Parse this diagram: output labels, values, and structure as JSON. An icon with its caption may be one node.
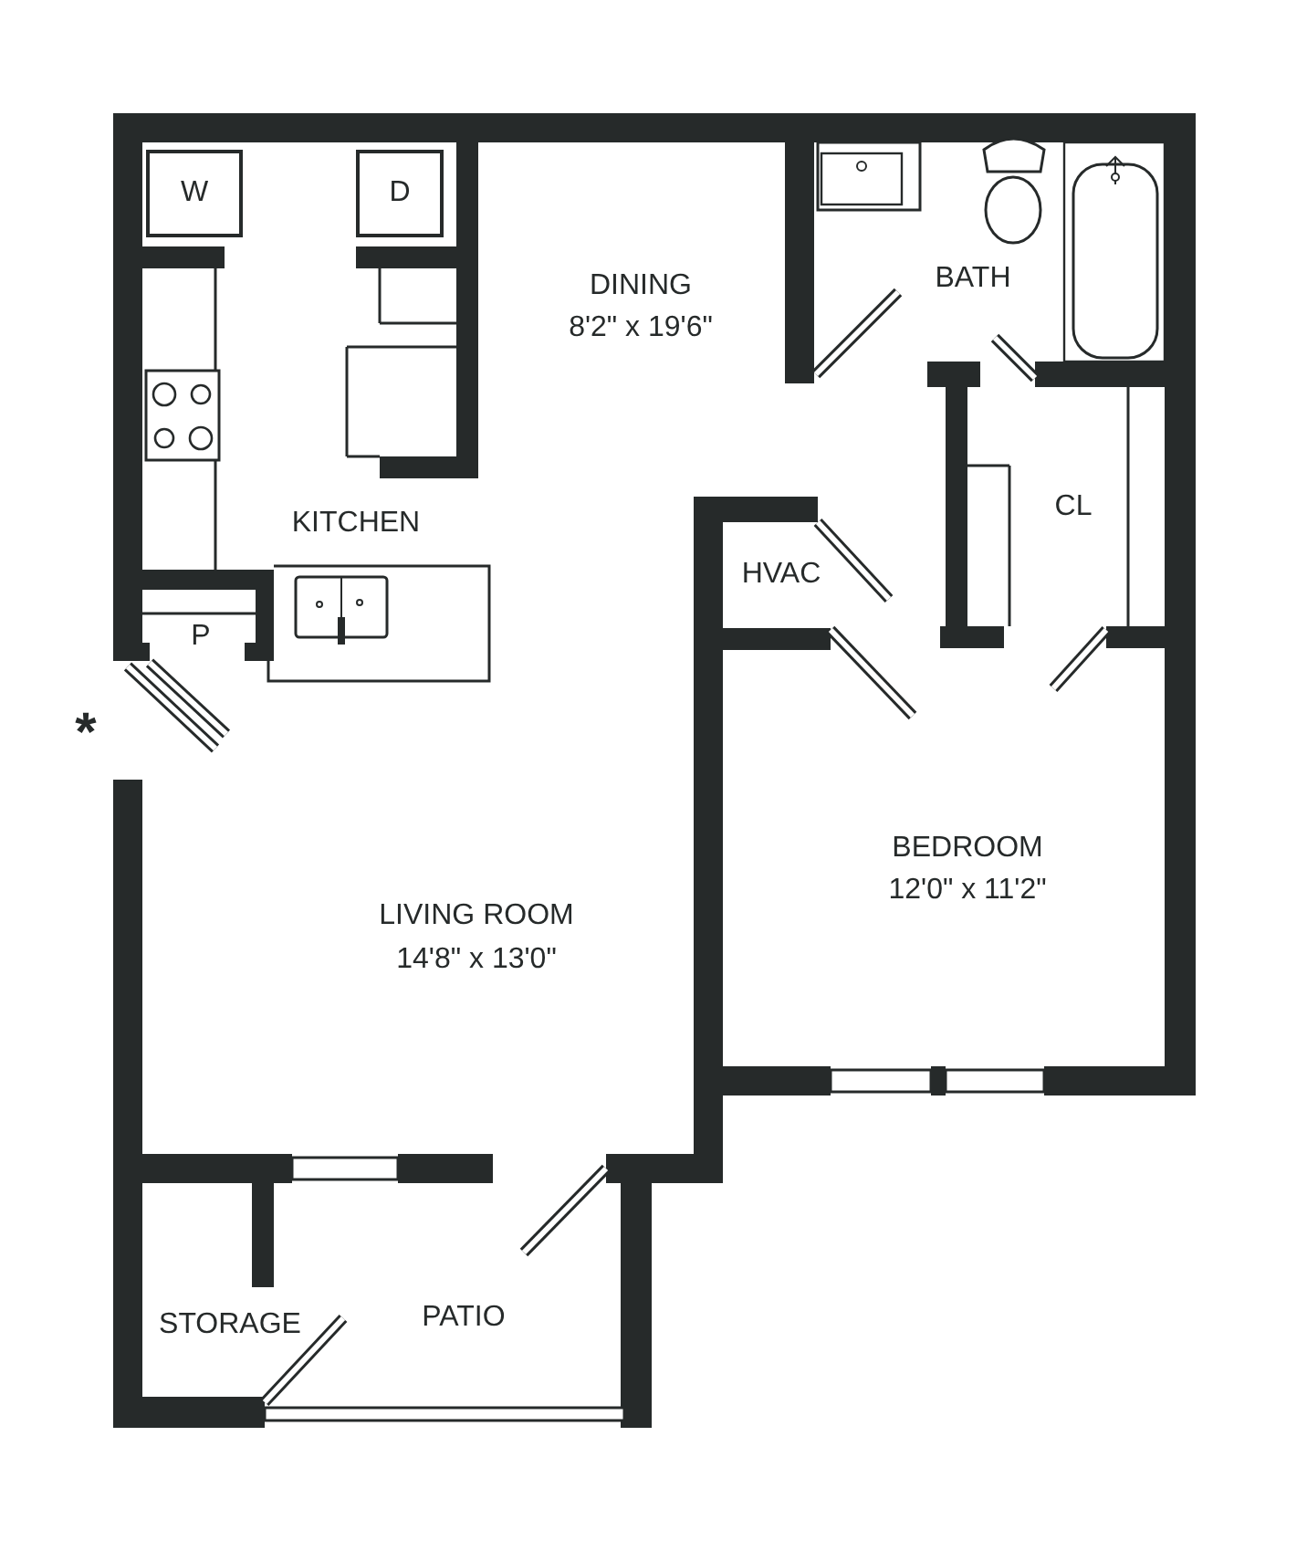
{
  "diagram": {
    "nodes": [
      {
        "text": [
          "W"
        ]
      },
      {
        "text": [
          "D"
        ]
      }
    ],
    "labels": [
      "DINING",
      "8'2\" x 19'6\"",
      "BATH",
      "KITCHEN",
      "CL",
      "HVAC",
      "P",
      "*",
      "BEDROOM",
      "12'0\" x 11'2\"",
      "LIVING ROOM",
      "14'8\" x 13'0\"",
      "STORAGE",
      "PATIO"
    ]
  }
}
